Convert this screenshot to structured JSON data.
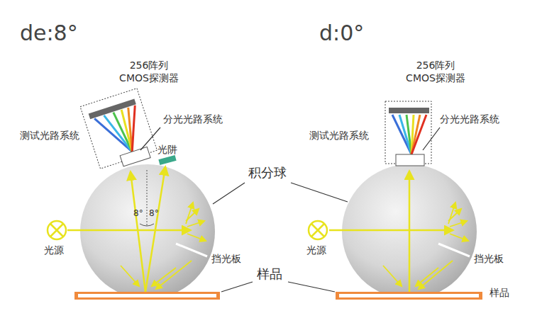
{
  "diagram": {
    "labels": [
      "de:8°",
      "d:0°",
      "256阵列 CMOS探测器",
      "分光光路系统",
      "测试光路系统",
      "光阱",
      "8°",
      "8°",
      "光源",
      "挡光板",
      "积分球",
      "样品",
      "256阵列 CMOS探测器",
      "分光光路系统",
      "测试光路系统",
      "光源",
      "挡光板",
      "样品"
    ]
  }
}
